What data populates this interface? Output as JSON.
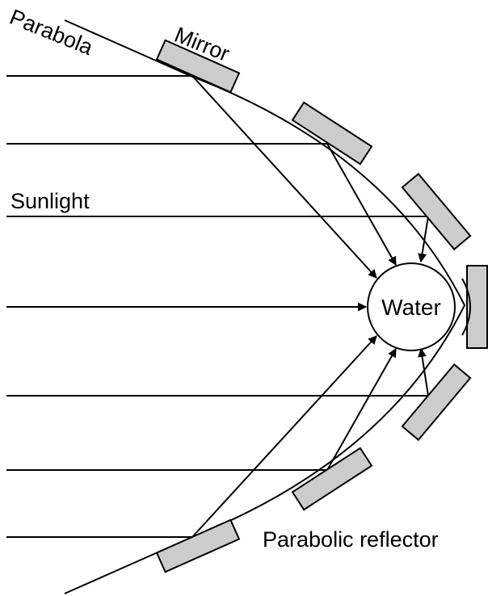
{
  "labels": {
    "parabola": "Parabola",
    "mirror": "Mirror",
    "sunlight": "Sunlight",
    "water": "Water",
    "reflector": "Parabolic reflector"
  },
  "colors": {
    "line": "#000000",
    "mirror_fill": "#cccccc",
    "background": "#ffffff"
  },
  "counts": {
    "sunlight_rays": 7,
    "mirrors": 7
  }
}
